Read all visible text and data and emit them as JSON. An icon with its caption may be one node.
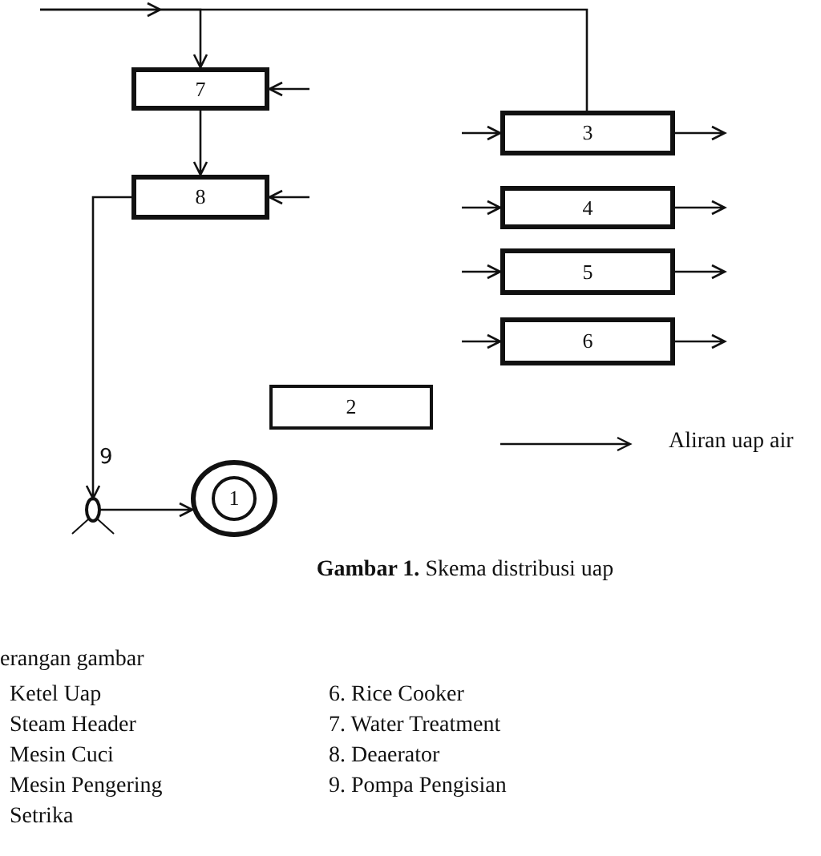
{
  "diagram": {
    "caption": "**Gambar 1.** Skema distribusi uap",
    "nodes": [
      {
        "text": [
          "7"
        ]
      },
      {
        "text": [
          "8"
        ]
      },
      {
        "text": [
          "3"
        ]
      },
      {
        "text": [
          "4"
        ]
      },
      {
        "text": [
          "5"
        ]
      },
      {
        "text": [
          "6"
        ]
      },
      {
        "text": [
          "2"
        ]
      },
      {
        "text": [],
        "shape": "ellipse",
        "beside": [
          "9"
        ]
      },
      {
        "text": [
          "1"
        ]
      }
    ],
    "edges": [
      {
        "from": null,
        "to": 0,
        "arrow": "to"
      },
      {
        "from": null,
        "to": 2,
        "arrow": "none"
      },
      {
        "from": 0,
        "to": 1,
        "arrow": "to"
      },
      {
        "from": null,
        "to": 0,
        "arrow": "to"
      },
      {
        "from": null,
        "to": 1,
        "arrow": "to"
      },
      {
        "from": 1,
        "to": 7,
        "arrow": "to"
      },
      {
        "from": 7,
        "to": 8,
        "arrow": "to"
      },
      {
        "from": null,
        "to": 2,
        "arrow": "to"
      },
      {
        "from": 2,
        "to": null,
        "arrow": "to"
      },
      {
        "from": null,
        "to": 3,
        "arrow": "to"
      },
      {
        "from": 3,
        "to": null,
        "arrow": "to"
      },
      {
        "from": null,
        "to": 4,
        "arrow": "to"
      },
      {
        "from": 4,
        "to": null,
        "arrow": "to"
      },
      {
        "from": null,
        "to": 5,
        "arrow": "to"
      },
      {
        "from": 5,
        "to": null,
        "arrow": "to"
      }
    ],
    "labels": [
      "erangan gambar",
      "Ketel Uap",
      "6. Rice Cooker",
      "Steam Header",
      "7. Water Treatment",
      "Mesin Cuci",
      "8. Deaerator",
      "Mesin Pengering",
      "9. Pompa Pengisian",
      "Setrika"
    ],
    "legend": [
      {
        "text": "Aliran uap air"
      }
    ]
  }
}
